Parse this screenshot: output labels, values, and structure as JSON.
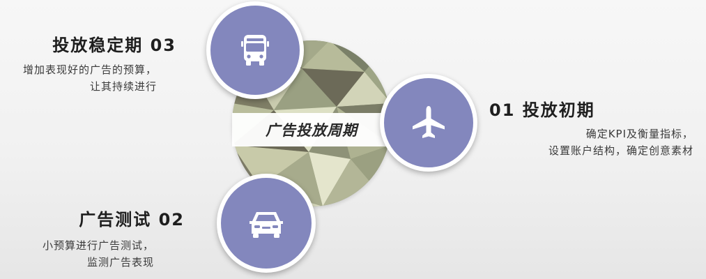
{
  "center": {
    "label": "广告投放周期"
  },
  "stages": {
    "stage03": {
      "title": "投放稳定期 03",
      "desc": [
        "增加表现好的广告的预算，",
        "让其持续进行"
      ],
      "icon": "bus-icon"
    },
    "stage01": {
      "title": "01 投放初期",
      "desc": [
        "确定KPI及衡量指标，",
        "设置账户结构，确定创意素材"
      ],
      "icon": "airplane-icon"
    },
    "stage02": {
      "title": "广告测试 02",
      "desc": [
        "小预算进行广告测试，",
        "监测广告表现"
      ],
      "icon": "car-icon"
    }
  },
  "colors": {
    "node_fill": "#8387bd",
    "node_border": "#ffffff",
    "title_text": "#1e1e1e",
    "desc_text": "#3a3a3a"
  }
}
